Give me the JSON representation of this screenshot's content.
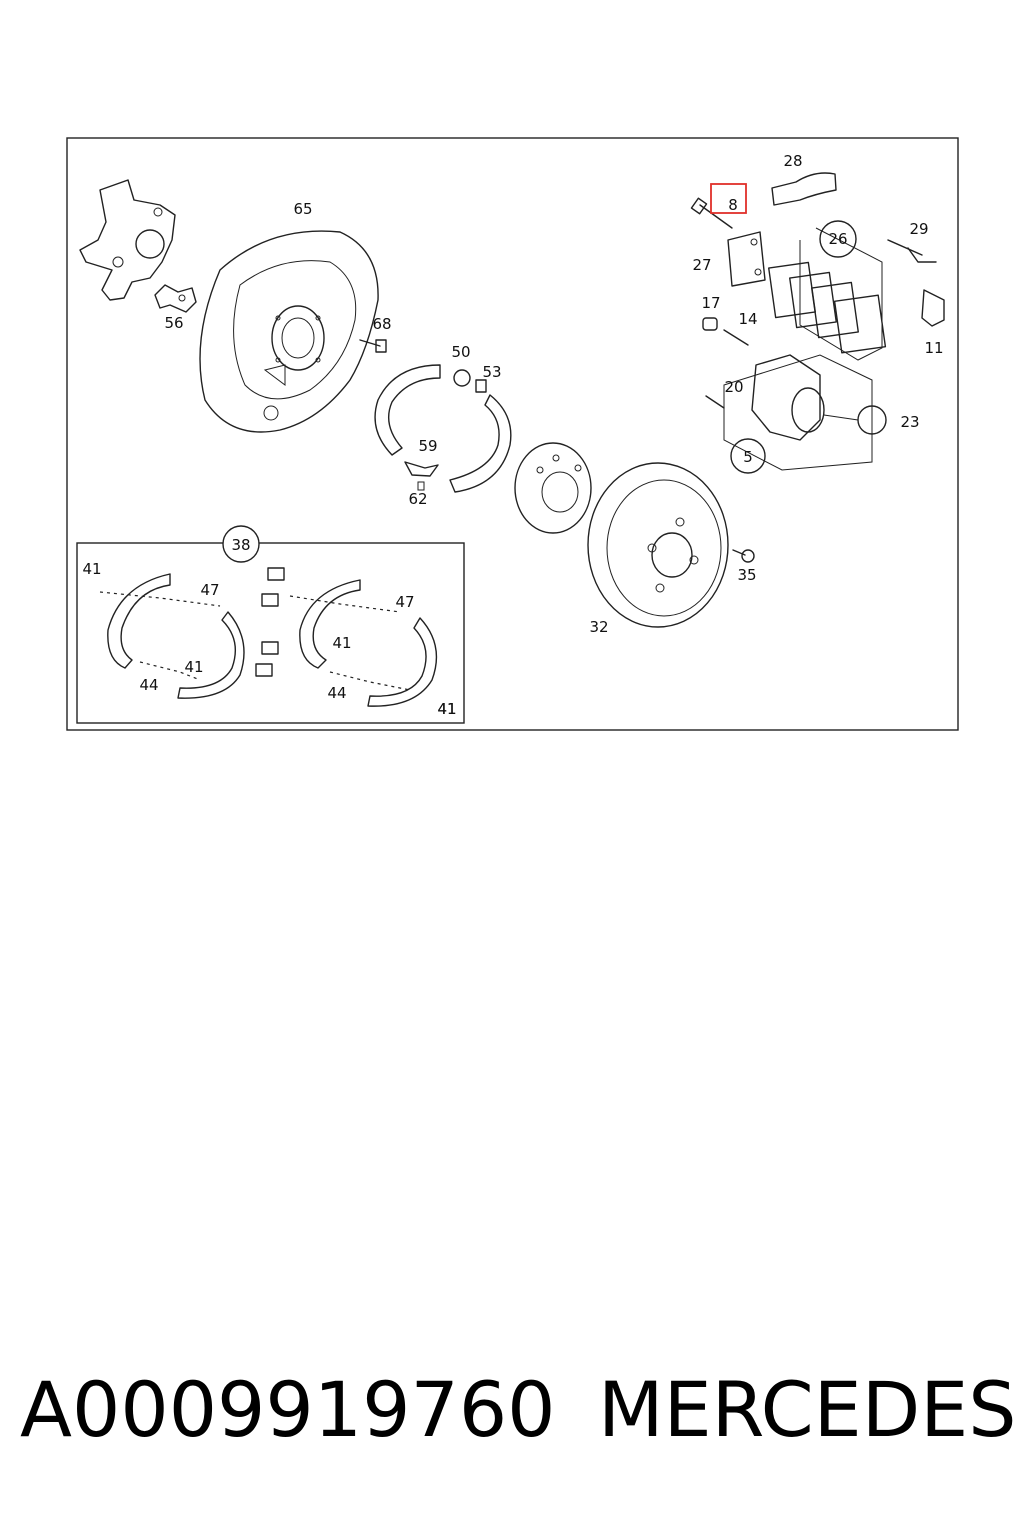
{
  "diagram": {
    "part_labels": [
      "65",
      "56",
      "68",
      "50",
      "53",
      "59",
      "62",
      "28",
      "8",
      "27",
      "26",
      "29",
      "17",
      "14",
      "11",
      "20",
      "23",
      "5",
      "35",
      "32",
      "38",
      "41",
      "47",
      "41",
      "44",
      "41",
      "47",
      "41",
      "44",
      "41"
    ],
    "highlighted_label": "8",
    "highlight_color": "#e0302a"
  },
  "caption": {
    "part_number": "A0009919760",
    "brand": "MERCEDES"
  }
}
